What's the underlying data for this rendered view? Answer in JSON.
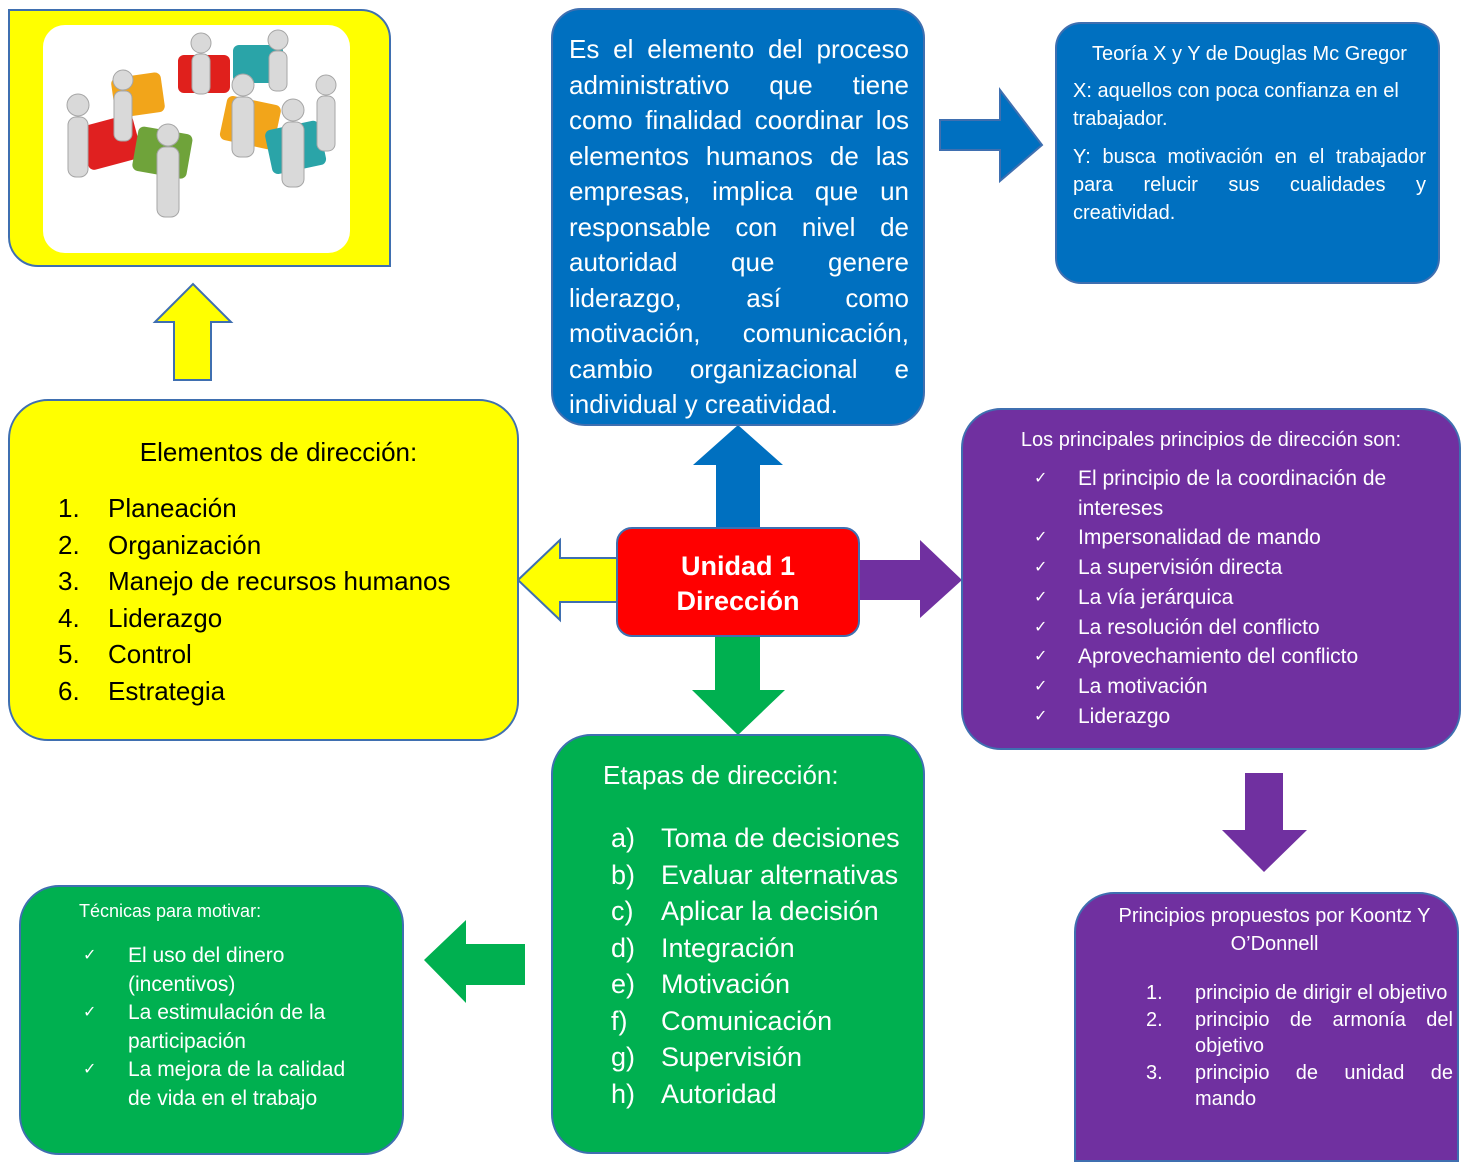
{
  "colors": {
    "yellow": "#ffff00",
    "blue": "#0070c0",
    "purple": "#7030a0",
    "green": "#00b050",
    "red": "#ff0000"
  },
  "central": {
    "line1": "Unidad 1",
    "line2": "Dirección"
  },
  "definition": "Es el elemento del proceso administrativo que tiene como finalidad coordinar los elementos humanos de las empresas, implica que un responsable con nivel de autoridad que genere liderazgo, así como motivación, comunicación, cambio organizacional e individual y creatividad.",
  "theory": {
    "title": "Teoría X y Y de Douglas Mc Gregor",
    "x": "X: aquellos con poca confianza en el trabajador.",
    "y": "Y: busca motivación en el trabajador para relucir sus cualidades y creatividad."
  },
  "image": {
    "icon": "teamwork-puzzle-people-icon"
  },
  "elements": {
    "title": "Elementos de dirección:",
    "items": [
      {
        "n": "1.",
        "text": "Planeación"
      },
      {
        "n": "2.",
        "text": "Organización"
      },
      {
        "n": "3.",
        "text": "Manejo de recursos humanos"
      },
      {
        "n": "4.",
        "text": "Liderazgo"
      },
      {
        "n": "5.",
        "text": "Control"
      },
      {
        "n": "6.",
        "text": "Estrategia"
      }
    ]
  },
  "principles": {
    "title": "Los principales principios de dirección son:",
    "items": [
      "El principio de la coordinación de intereses",
      "Impersonalidad de mando",
      "La supervisión directa",
      "La vía jerárquica",
      "La resolución del conflicto",
      "Aprovechamiento del conflicto",
      "La motivación",
      "Liderazgo"
    ]
  },
  "stages": {
    "title": "Etapas de dirección:",
    "items": [
      {
        "n": "a)",
        "text": "Toma de decisiones"
      },
      {
        "n": "b)",
        "text": "Evaluar alternativas"
      },
      {
        "n": "c)",
        "text": "Aplicar la decisión"
      },
      {
        "n": "d)",
        "text": "Integración"
      },
      {
        "n": "e)",
        "text": "Motivación"
      },
      {
        "n": "f)",
        "text": "Comunicación"
      },
      {
        "n": "g)",
        "text": "Supervisión"
      },
      {
        "n": "h)",
        "text": "Autoridad"
      }
    ]
  },
  "techniques": {
    "title": "Técnicas para motivar:",
    "items": [
      "El uso del dinero (incentivos)",
      "La estimulación de la participación",
      "La mejora de la calidad de vida en el trabajo"
    ]
  },
  "koontz": {
    "title": "Principios propuestos por Koontz Y O’Donnell",
    "items": [
      {
        "n": "1.",
        "text": "principio de dirigir el objetivo"
      },
      {
        "n": "2.",
        "text": "principio de armonía del objetivo"
      },
      {
        "n": "3.",
        "text": "principio de unidad de mando"
      }
    ]
  }
}
